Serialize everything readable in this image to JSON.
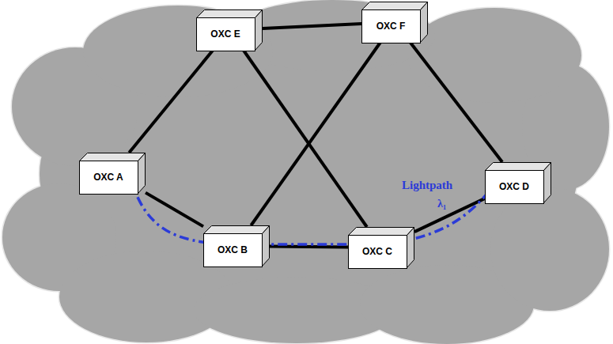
{
  "diagram": {
    "nodes": [
      {
        "text": [
          "OXC E"
        ]
      },
      {
        "text": [
          "OXC F"
        ]
      },
      {
        "text": [
          "OXC A"
        ]
      },
      {
        "text": [
          "OXC D"
        ]
      },
      {
        "text": [
          "OXC B"
        ]
      },
      {
        "text": [
          "OXC C"
        ]
      }
    ],
    "edges": [
      {
        "from": 2,
        "to": 0,
        "arrow": "none"
      },
      {
        "from": 0,
        "to": 1,
        "arrow": "none"
      },
      {
        "from": 1,
        "to": 3,
        "arrow": "none"
      },
      {
        "from": 2,
        "to": 4,
        "arrow": "none"
      },
      {
        "from": 0,
        "to": 5,
        "arrow": "none"
      },
      {
        "from": 1,
        "to": 4,
        "arrow": "none"
      },
      {
        "from": 4,
        "to": 5,
        "arrow": "none"
      },
      {
        "from": 5,
        "to": 3,
        "arrow": "none"
      }
    ],
    "labels": [
      "Lightpath",
      "λ₁"
    ]
  }
}
